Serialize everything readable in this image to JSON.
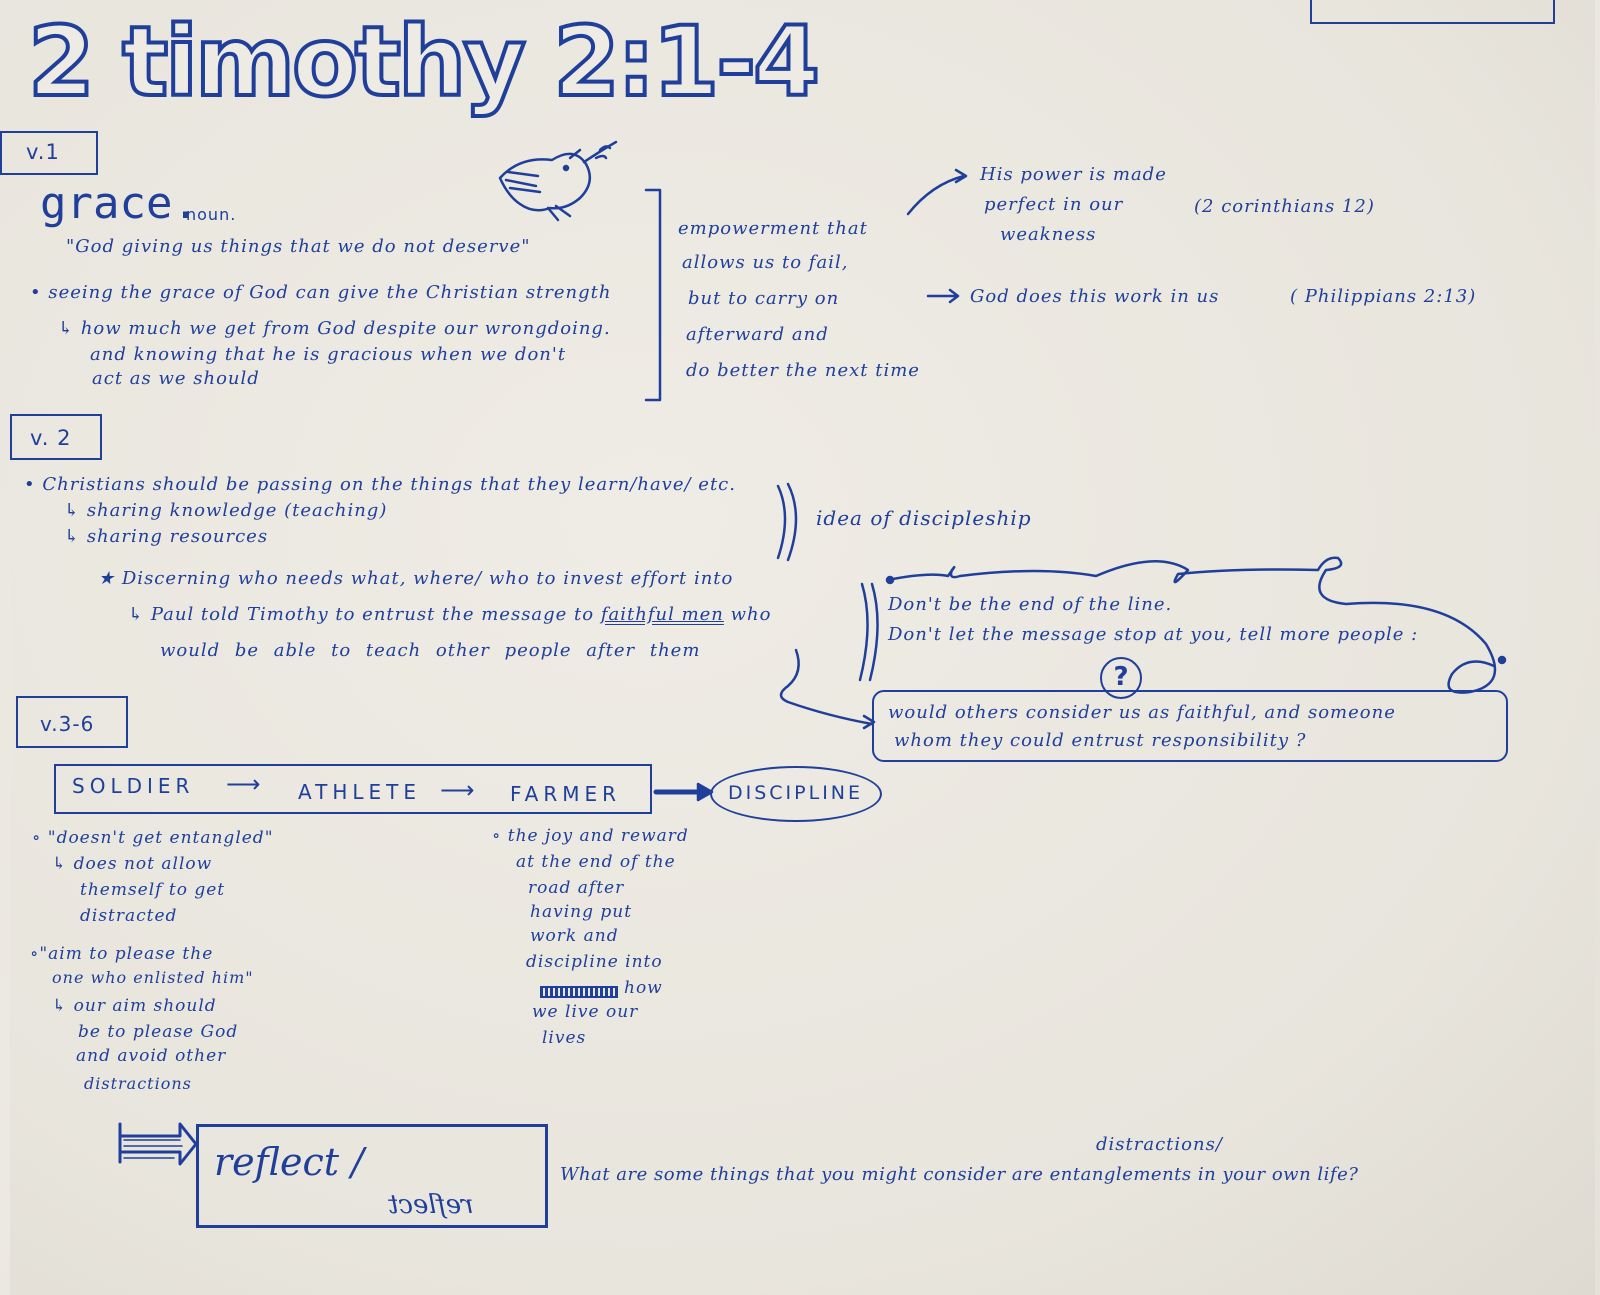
{
  "title": "2 timothy 2:1-4",
  "v1": {
    "label": "v.1",
    "word": "grace.",
    "pos": "noun.",
    "definition": "\"God giving us things that we do not deserve\"",
    "bullet": "seeing the grace of God can give the Christian strength",
    "sub1": "how much we get from God despite our wrongdoing.",
    "sub2": "and knowing that he is gracious when we don't",
    "sub3": "act as we should",
    "emp1": "empowerment that",
    "emp2": "allows us to fail,",
    "emp3": "but to carry on",
    "emp4": "afterward and",
    "emp5": "do better the next time",
    "power1": "His power is made",
    "power2": "perfect in our",
    "power3": "weakness",
    "ref1": "(2 corinthians 12)",
    "work": "God does this work in us",
    "ref2": "( Philippians 2:13)"
  },
  "v2": {
    "label": "v. 2",
    "bullet": "Christians should be passing on the things that they learn/have/ etc.",
    "sub1": "sharing knowledge (teaching)",
    "sub2": "sharing resources",
    "discipleship": "idea of discipleship",
    "star": "Discerning who needs what, where/ who to invest effort into",
    "paul1_pre": "Paul told Timothy to entrust the message to ",
    "paul1_ul": "faithful men",
    "paul1_post": " who",
    "paul2": "would be  able to teach other people after them",
    "line1": "Don't be the end of the line.",
    "line2": "Don't let the message stop at you, tell more people :",
    "qmark": "?",
    "q1": "would others consider us as faithful, and someone",
    "q2": "whom they could entrust responsibility ?"
  },
  "v3": {
    "label": "v.3-6",
    "soldier": "SOLDIER",
    "athlete": "ATHLETE",
    "farmer": "FARMER",
    "discipline": "DISCIPLINE",
    "s1": "\"doesn't get entangled\"",
    "s2": "does not allow",
    "s3": "themself to get",
    "s4": "distracted",
    "s5": "\"aim to please the",
    "s6": "one who enlisted him\"",
    "s7": "our aim should",
    "s8": "be to please God",
    "s9": "and avoid other",
    "s10": "distractions",
    "f1": "the joy and reward",
    "f2": "at the end of the",
    "f3": "road after",
    "f4": "having put",
    "f5": "work and",
    "f6": "discipline into",
    "f7": "how",
    "f8": "we live our",
    "f9": "lives"
  },
  "reflect": {
    "word": "reflect /",
    "mirror": "reflect",
    "above": "distractions/",
    "question": "What are some things that you might consider are entanglements in your own life?"
  }
}
